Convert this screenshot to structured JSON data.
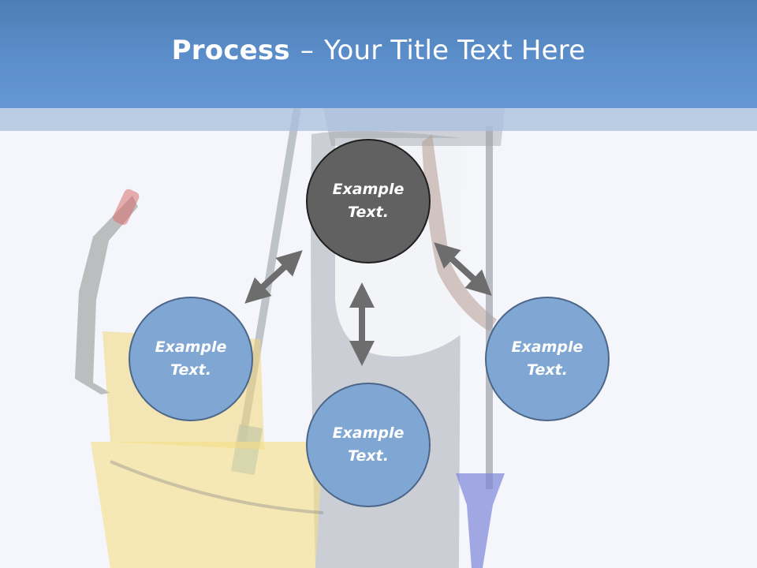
{
  "slide": {
    "title_bold": "Process",
    "title_separator": "–",
    "title_rest": "Your Title Text Here"
  },
  "nodes": [
    {
      "id": "top",
      "label_line1": "Example",
      "label_line2": "Text."
    },
    {
      "id": "left",
      "label_line1": "Example",
      "label_line2": "Text."
    },
    {
      "id": "bottom",
      "label_line1": "Example",
      "label_line2": "Text."
    },
    {
      "id": "right",
      "label_line1": "Example",
      "label_line2": "Text."
    }
  ],
  "colors": {
    "header": "#5b8ecb",
    "center_node": "#616161",
    "outer_node": "#80a7d3",
    "arrow": "#6d6d6d"
  }
}
